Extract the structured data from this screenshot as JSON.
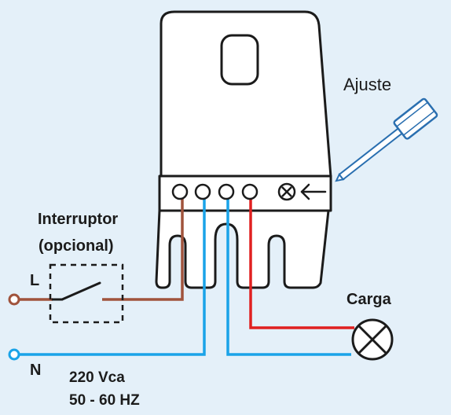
{
  "labels": {
    "adjust": "Ajuste",
    "switch_line1": "Interruptor",
    "switch_line2": "(opcional)",
    "line": "L",
    "neutral": "N",
    "load": "Carga",
    "voltage": "220 Vca",
    "frequency": "50 - 60 HZ"
  },
  "colors": {
    "background": "#e4f0f9",
    "line_wire": "#a0533c",
    "neutral_wire": "#1aa3e8",
    "load_wire": "#e02020",
    "outline": "#1b1b1b",
    "screwdriver": "#2a6fb0"
  }
}
